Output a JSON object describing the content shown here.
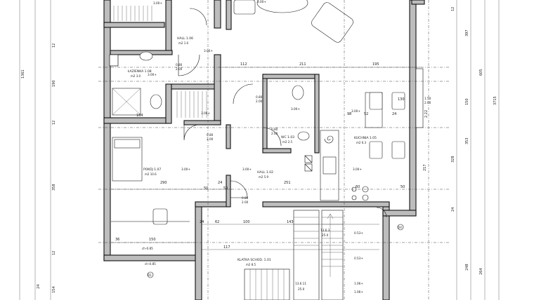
{
  "rooms": [
    {
      "key": "hall_106",
      "name": "HALL 1.06",
      "area": "m2 1.6"
    },
    {
      "key": "lazienka",
      "name": "ŁAZIENKA 1.08",
      "area": "m2 3.0"
    },
    {
      "key": "pokoj",
      "name": "POKÓJ 1.07",
      "area": "m2 10.6"
    },
    {
      "key": "hall_102",
      "name": "HALL 1.02",
      "area": "m2 5.9"
    },
    {
      "key": "wc",
      "name": "WC 1.03",
      "area": "m2 2.5"
    },
    {
      "key": "kuchnia",
      "name": "KUCHNIA 1.05",
      "area": "m2 6.3"
    },
    {
      "key": "klatka",
      "name": "KLATKA SCHOD. 1.01",
      "area": "m2 8.5"
    }
  ],
  "heights": [
    "3.00+",
    "3.00+",
    "3.00+",
    "3.00+",
    "3.00+",
    "3.00+",
    "3.00+",
    "3.00+",
    "3.00+",
    "3.00+"
  ],
  "door_marks": [
    "0.80",
    "2.00",
    "0.80",
    "2.00",
    "0.80",
    "2.00",
    "0.80",
    "2.00",
    "0.80",
    "2.00"
  ],
  "window_marks": [
    "1.50",
    "2.00",
    "0.53+",
    "0.53+",
    "1.06+",
    "1.06+"
  ],
  "section_marks": [
    "O1",
    "O4"
  ],
  "stair_marks": [
    "13.6.3",
    "25.0",
    "13.6.11",
    "25.0"
  ],
  "dims_h": [
    "112",
    "211",
    "195",
    "164",
    "290",
    "50",
    "150",
    "36",
    "117",
    "100",
    "143",
    "62",
    "24",
    "24",
    "50",
    "251",
    "130",
    "50",
    "60",
    "52",
    "24",
    "98"
  ],
  "dims_v_left": [
    "12",
    "190",
    "12",
    "358",
    "12",
    "154",
    "24",
    "1361"
  ],
  "dims_v_right": [
    "397",
    "605",
    "150",
    "353",
    "328",
    "217",
    "248",
    "264",
    "3715",
    "2.22",
    "12",
    "24"
  ],
  "sill_marks": [
    "ch-0.85",
    "ch-0.85"
  ]
}
